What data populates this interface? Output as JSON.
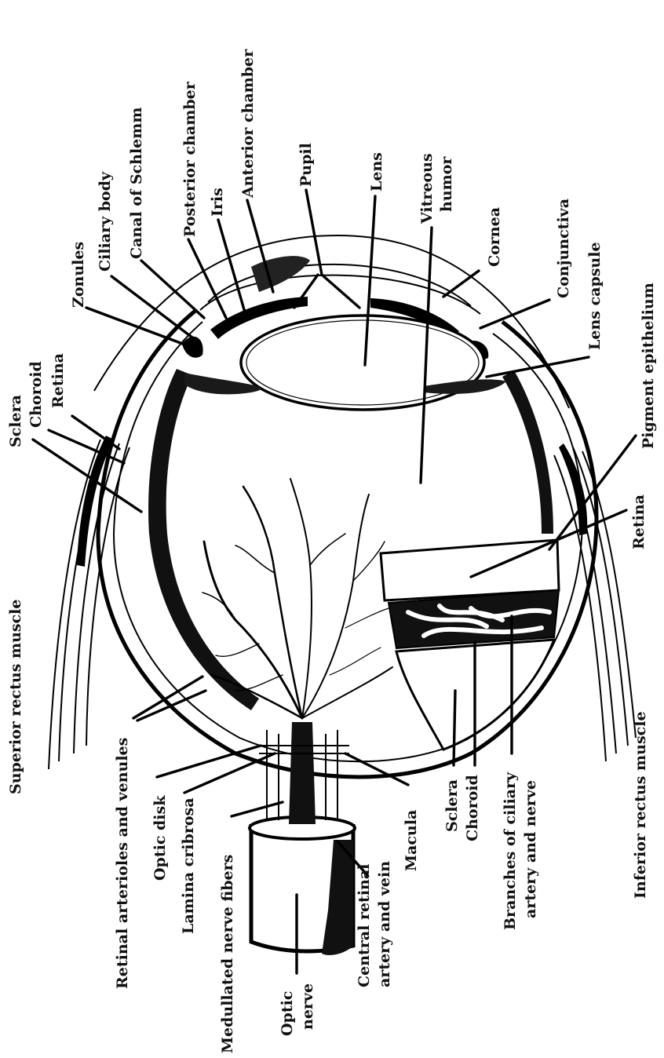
{
  "labels": {
    "superior_rectus_muscle": "Superior rectus muscle",
    "sclera_left": "Sclera",
    "choroid_left": "Choroid",
    "retina_left": "Retina",
    "zonules": "Zonules",
    "ciliary_body": "Ciliary body",
    "canal_of_schlemm": "Canal of Schlemm",
    "posterior_chamber": "Posterior chamber",
    "iris": "Iris",
    "anterior_chamber": "Anterior chamber",
    "pupil": "Pupil",
    "lens": "Lens",
    "vitreous": "Vitreous",
    "humor": "humor",
    "cornea": "Cornea",
    "conjunctiva": "Conjunctiva",
    "lens_capsule": "Lens capsule",
    "pigment_epithelium": "Pigment epithelium",
    "retina_right": "Retina",
    "inferior_rectus_muscle": "Inferior rectus muscle",
    "branches_line1": "Branches of ciliary",
    "branches_line2": "artery and nerve",
    "sclera_bottom": "Sclera",
    "choroid_bottom": "Choroid",
    "macula": "Macula",
    "central_line1": "Central retinal",
    "central_line2": "artery and vein",
    "optic_nerve_line1": "Optic",
    "optic_nerve_line2": "nerve",
    "medullated_nerve_fibers": "Medullated nerve fibers",
    "lamina_cribrosa": "Lamina cribrosa",
    "optic_disk": "Optic disk",
    "retinal_arterioles_and_venules": "Retinal arterioles and venules"
  }
}
